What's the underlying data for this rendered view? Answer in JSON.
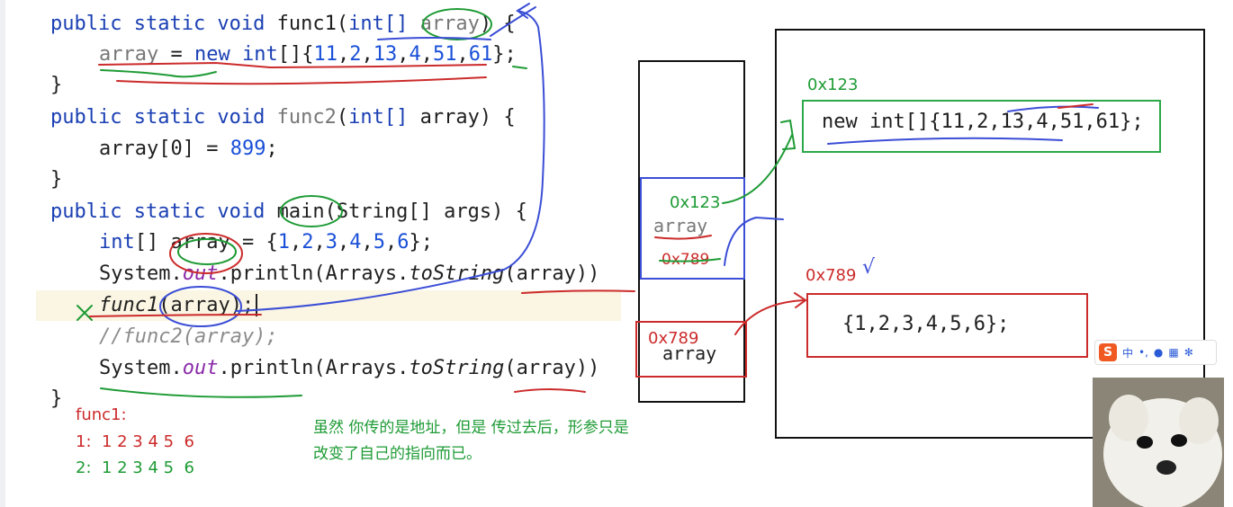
{
  "code": {
    "l1": {
      "mods": "public static void ",
      "name": "func1",
      "open": "(",
      "type": "int[] ",
      "param": "array",
      "close": ") {"
    },
    "l2": {
      "lhs": "array",
      "eq": " = ",
      "kw": "new int",
      "br": "[]{",
      "n1": "11",
      "n2": "2",
      "n3": "13",
      "n4": "4",
      "n5": "51",
      "n6": "61",
      "end": "};"
    },
    "l3": "}",
    "l4": {
      "mods": "public static void ",
      "name": "func2",
      "open": "(",
      "type": "int[] ",
      "param": "array",
      "close": ") {"
    },
    "l5": {
      "lhs": "array[0] = ",
      "val": "899",
      "end": ";"
    },
    "l6": "}",
    "l7": {
      "mods": "public static void ",
      "name": "main",
      "rest": "(String[] args) {"
    },
    "l8": {
      "kw": "int",
      "mid": "[] array = {",
      "n1": "1",
      "n2": "2",
      "n3": "3",
      "n4": "4",
      "n5": "5",
      "n6": "6",
      "end": "};"
    },
    "l9": {
      "a": "System.",
      "field": "out",
      "b": ".println(Arrays.",
      "m": "toString",
      "c": "(array))"
    },
    "l10": {
      "fn": "func1",
      "args": "(array);"
    },
    "l11": "//func2(array);",
    "l12": {
      "a": "System.",
      "field": "out",
      "b": ".println(Arrays.",
      "m": "toString",
      "c": "(array))"
    },
    "l13": "}"
  },
  "output": {
    "title": "func1:",
    "row1": "1:  1 2 3 4 5  6",
    "row2": "2:  1 2 3 4 5  6"
  },
  "note": {
    "line1": "虽然 你传的是地址，但是 传过去后，形参只是",
    "line2": "改变了自己的指向而已。"
  },
  "diagram": {
    "stack_addr_top": "0x123",
    "stack_var_top": "array",
    "stack_addr_crossed": "0x789",
    "stack_addr_bottom": "0x789",
    "stack_var_bottom": "array",
    "heap_addr_1": "0x123",
    "heap_obj_1": "new int[]{11,2,13,4,51,61};",
    "heap_addr_2": "0x789",
    "heap_check": "√",
    "heap_obj_2": "{1,2,3,4,5,6};"
  },
  "ime": {
    "logo": "S",
    "lang": "中",
    "punct": "•,"
  },
  "colors": {
    "keyword": "#1a3fb3",
    "number": "#1a50d8",
    "green_ink": "#1e9b35",
    "red_ink": "#cc2b2b",
    "blue_ink": "#3b4ed6"
  }
}
